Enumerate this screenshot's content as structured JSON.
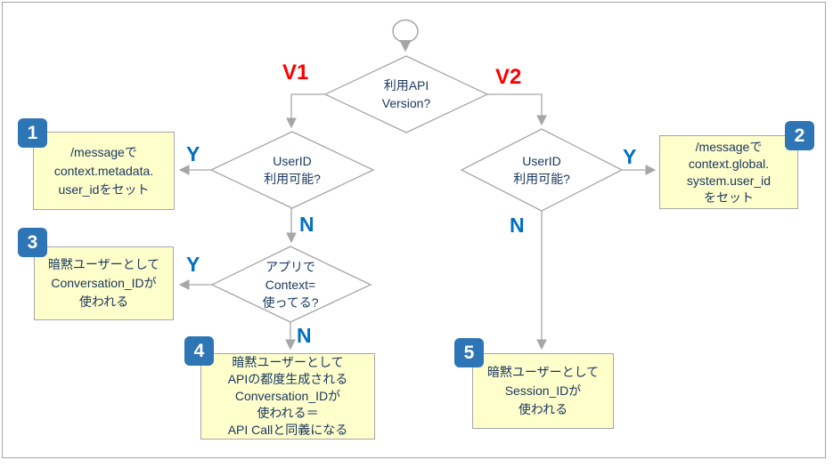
{
  "colors": {
    "badge_blue": "#2e75b6",
    "branch_label_blue": "#0070c0",
    "version_label_red": "#ff0000",
    "node_text_navy": "#17365d",
    "box_fill_yellow": "#ffffcc",
    "line_gray": "#a6a6a6"
  },
  "flow": {
    "decisions": {
      "api_version": "利用API\nVersion?",
      "userid_v1": "UserID\n利用可能?",
      "userid_v2": "UserID\n利用可能?",
      "app_context": "アプリで\nContext=\n使ってる?"
    },
    "branch_labels": {
      "v1": "V1",
      "v2": "V2",
      "yes_v1": "Y",
      "no_v1": "N",
      "yes_v2": "Y",
      "no_v2": "N",
      "yes_context": "Y",
      "no_context": "N"
    },
    "boxes": [
      {
        "number": "1",
        "text": "/messageで\ncontext.metadata.\nuser_idをセット"
      },
      {
        "number": "2",
        "text": "/messageで\ncontext.global.\nsystem.user_id\nをセット"
      },
      {
        "number": "3",
        "text": "暗黙ユーザーとして\nConversation_IDが\n使われる"
      },
      {
        "number": "4",
        "text": "暗黙ユーザーとして\nAPIの都度生成される\nConversation_IDが\n使われる＝\nAPI Callと同義になる"
      },
      {
        "number": "5",
        "text": "暗黙ユーザーとして\nSession_IDが\n使われる"
      }
    ]
  }
}
